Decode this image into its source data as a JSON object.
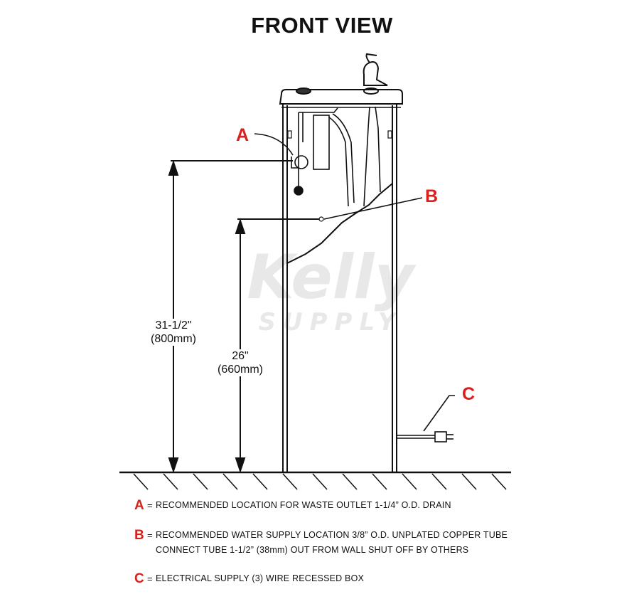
{
  "title": "FRONT VIEW",
  "callouts": {
    "a": "A",
    "b": "B",
    "c": "C"
  },
  "dimensions": {
    "outer": {
      "imperial": "31-1/2\"",
      "metric": "(800mm)"
    },
    "inner": {
      "imperial": "26\"",
      "metric": "(660mm)"
    }
  },
  "watermark": {
    "brand": "Kelly",
    "sub": "SUPPLY"
  },
  "legend": [
    {
      "key": "A",
      "lines": [
        "RECOMMENDED LOCATION FOR WASTE OUTLET 1-1/4” O.D. DRAIN"
      ]
    },
    {
      "key": "B",
      "lines": [
        "RECOMMENDED WATER SUPPLY LOCATION 3/8” O.D. UNPLATED COPPER TUBE",
        "CONNECT TUBE 1-1/2” (38mm) OUT FROM WALL SHUT OFF BY OTHERS"
      ]
    },
    {
      "key": "C",
      "lines": [
        "ELECTRICAL SUPPLY (3) WIRE RECESSED BOX"
      ]
    }
  ],
  "colors": {
    "callout": "#d9201c",
    "line": "#111111",
    "watermark": "#bebebe"
  }
}
